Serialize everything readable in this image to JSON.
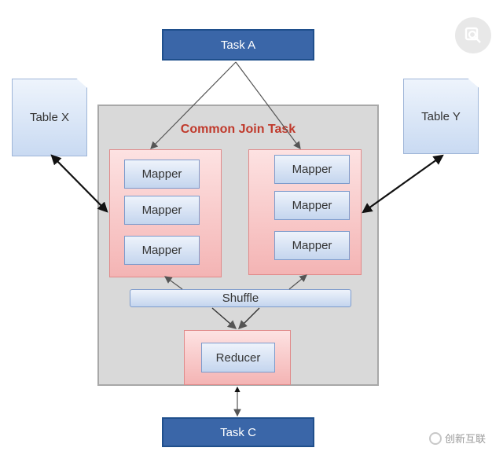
{
  "diagram": {
    "task_a": "Task A",
    "task_c": "Task C",
    "table_x": "Table X",
    "table_y": "Table Y",
    "common_join_title": "Common Join Task",
    "left_mappers": [
      "Mapper",
      "Mapper",
      "Mapper"
    ],
    "right_mappers": [
      "Mapper",
      "Mapper",
      "Mapper"
    ],
    "shuffle": "Shuffle",
    "reducer": "Reducer"
  },
  "watermark": {
    "text": "创新互联"
  },
  "zoom_icon": "magnifier-icon",
  "colors": {
    "task": "#3a66a8",
    "title": "#c0392b",
    "group": "#f4b4b4",
    "container": "#d9d9d9"
  }
}
